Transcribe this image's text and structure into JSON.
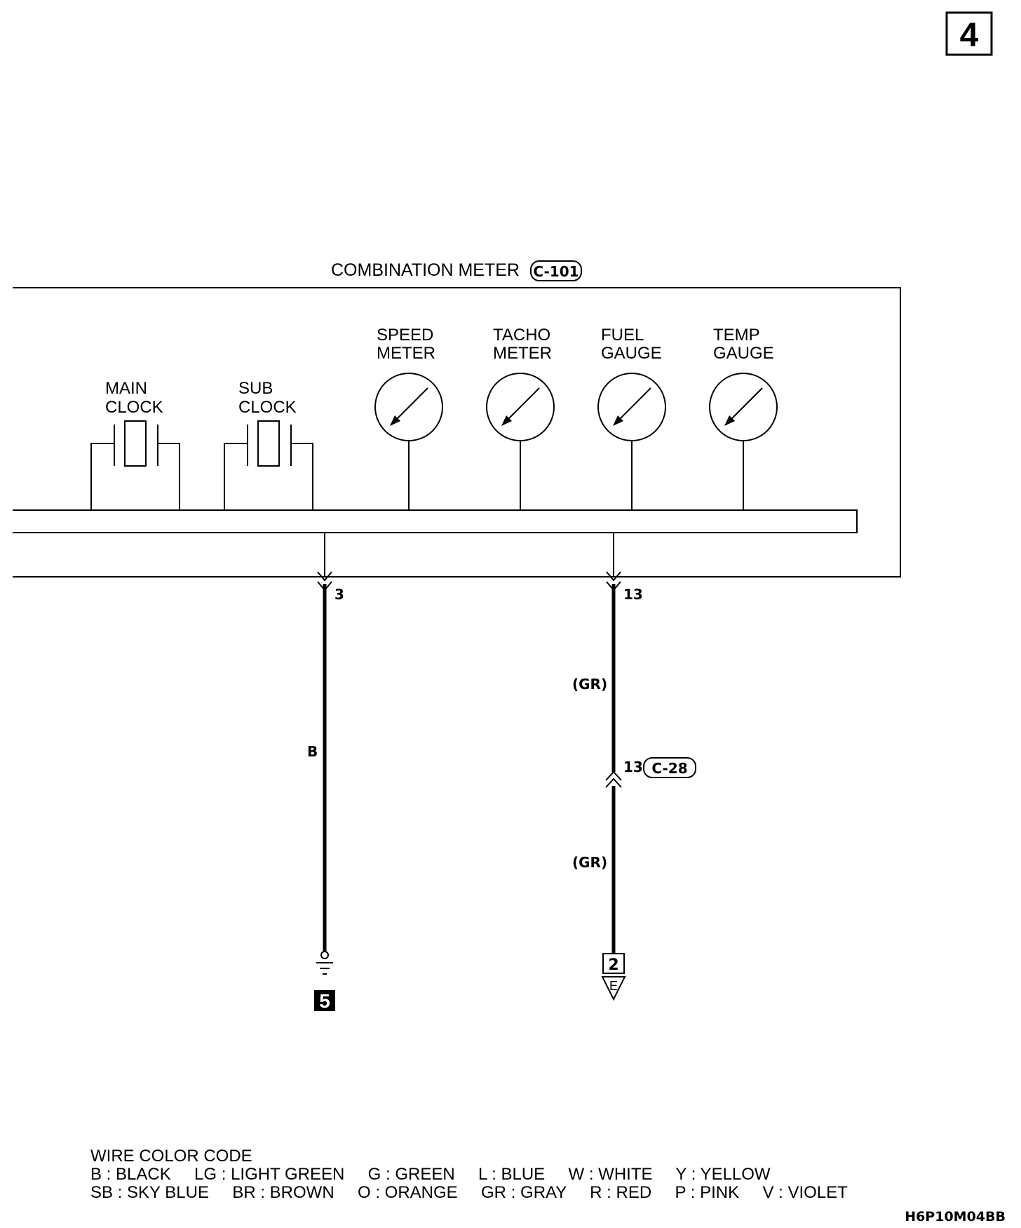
{
  "page_number": "4",
  "component": {
    "title": "COMBINATION METER",
    "connector": "C-101"
  },
  "clocks": [
    {
      "line1": "MAIN",
      "line2": "CLOCK"
    },
    {
      "line1": "SUB",
      "line2": "CLOCK"
    }
  ],
  "gauges": [
    {
      "line1": "SPEED",
      "line2": "METER"
    },
    {
      "line1": "TACHO",
      "line2": "METER"
    },
    {
      "line1": "FUEL",
      "line2": "GAUGE"
    },
    {
      "line1": "TEMP",
      "line2": "GAUGE"
    }
  ],
  "wires": {
    "left": {
      "pin": "3",
      "color": "B",
      "ground_ref": "5"
    },
    "right": {
      "pin": "13",
      "color_upper": "(GR)",
      "junction_pin": "13",
      "junction_connector": "C-28",
      "color_lower": "(GR)",
      "ref_number": "2",
      "ref_letter": "E"
    }
  },
  "legend": {
    "title": "WIRE COLOR CODE",
    "row1": "B : BLACK     LG : LIGHT GREEN     G : GREEN     L : BLUE     W : WHITE     Y : YELLOW",
    "row2": "SB : SKY BLUE     BR : BROWN     O : ORANGE     GR : GRAY     R : RED     P : PINK     V : VIOLET"
  },
  "figure_code": "H6P10M04BB"
}
